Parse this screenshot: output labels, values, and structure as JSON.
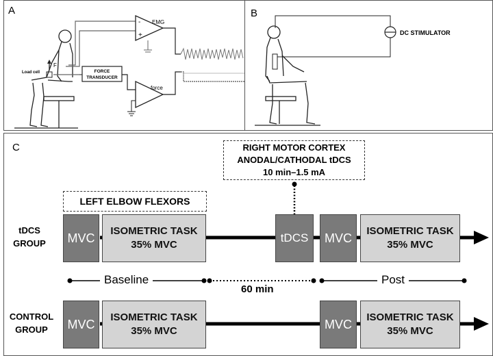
{
  "panels": {
    "a": {
      "label": "A",
      "emg_label": "EMG",
      "minus": "-",
      "plus": "+",
      "load_cell": "Load cell",
      "force_arrow": "F",
      "force_transducer_line1": "FORCE",
      "force_transducer_line2": "TRANSDUCER",
      "force_label": "force"
    },
    "b": {
      "label": "B",
      "stimulator": "DC STIMULATOR"
    },
    "c": {
      "label": "C",
      "cortex_line1": "RIGHT MOTOR CORTEX",
      "cortex_line2": "ANODAL/CATHODAL tDCS",
      "cortex_line3": "10 min–1.5 mA",
      "elbow": "LEFT ELBOW FLEXORS",
      "tdcs_group_line1": "tDCS",
      "tdcs_group_line2": "GROUP",
      "control_group_line1": "CONTROL",
      "control_group_line2": "GROUP",
      "mvc": "MVC",
      "task_line1": "ISOMETRIC TASK",
      "task_line2": "35% MVC",
      "tdcs_box": "tDCS",
      "baseline": "Baseline",
      "post": "Post",
      "interval": "60 min"
    }
  }
}
